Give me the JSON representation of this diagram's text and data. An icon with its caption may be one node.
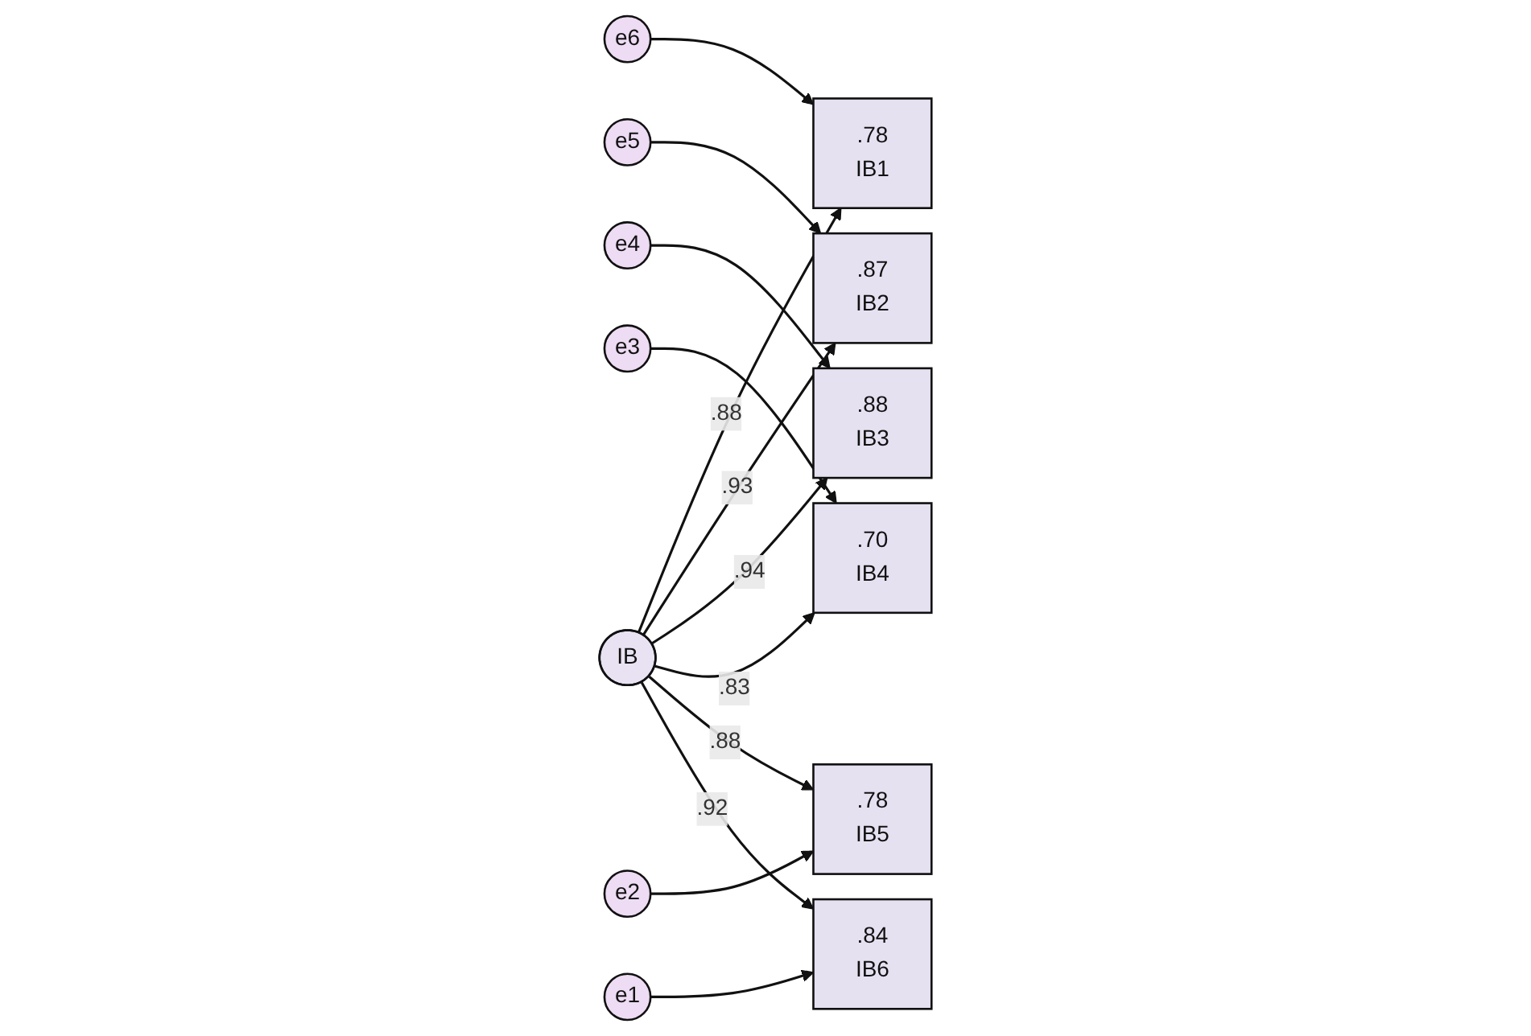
{
  "diagram": {
    "nodes": [
      {
        "text": [
          "e6"
        ]
      },
      {
        "text": [
          ".78",
          "IB1"
        ]
      },
      {
        "text": [
          "e5"
        ]
      },
      {
        "text": [
          ".87",
          "IB2"
        ]
      },
      {
        "text": [
          "e4"
        ]
      },
      {
        "text": [
          ".88",
          "IB3"
        ]
      },
      {
        "text": [
          "e3"
        ]
      },
      {
        "text": [
          ".70",
          "IB4"
        ]
      },
      {
        "text": [
          "e2"
        ]
      },
      {
        "text": [
          ".78",
          "IB5"
        ]
      },
      {
        "text": [
          "e1"
        ]
      },
      {
        "text": [
          ".84",
          "IB6"
        ]
      },
      {
        "text": [
          "IB"
        ]
      }
    ],
    "edges": [
      {
        "from": 0,
        "to": 1,
        "arrow": "to"
      },
      {
        "from": 2,
        "to": 3,
        "arrow": "to"
      },
      {
        "from": 4,
        "to": 5,
        "arrow": "to"
      },
      {
        "from": 6,
        "to": 7,
        "arrow": "to"
      },
      {
        "from": 8,
        "to": 9,
        "arrow": "to"
      },
      {
        "from": 10,
        "to": 11,
        "arrow": "to"
      },
      {
        "from": 12,
        "to": 1,
        "arrow": "to",
        "label": ".88"
      },
      {
        "from": 12,
        "to": 3,
        "arrow": "to",
        "label": ".93"
      },
      {
        "from": 12,
        "to": 5,
        "arrow": "to",
        "label": ".94"
      },
      {
        "from": 12,
        "to": 7,
        "arrow": "to",
        "label": ".83"
      },
      {
        "from": 12,
        "to": 9,
        "arrow": "to",
        "label": ".88"
      },
      {
        "from": 12,
        "to": 11,
        "arrow": "to",
        "label": ".92"
      }
    ]
  }
}
